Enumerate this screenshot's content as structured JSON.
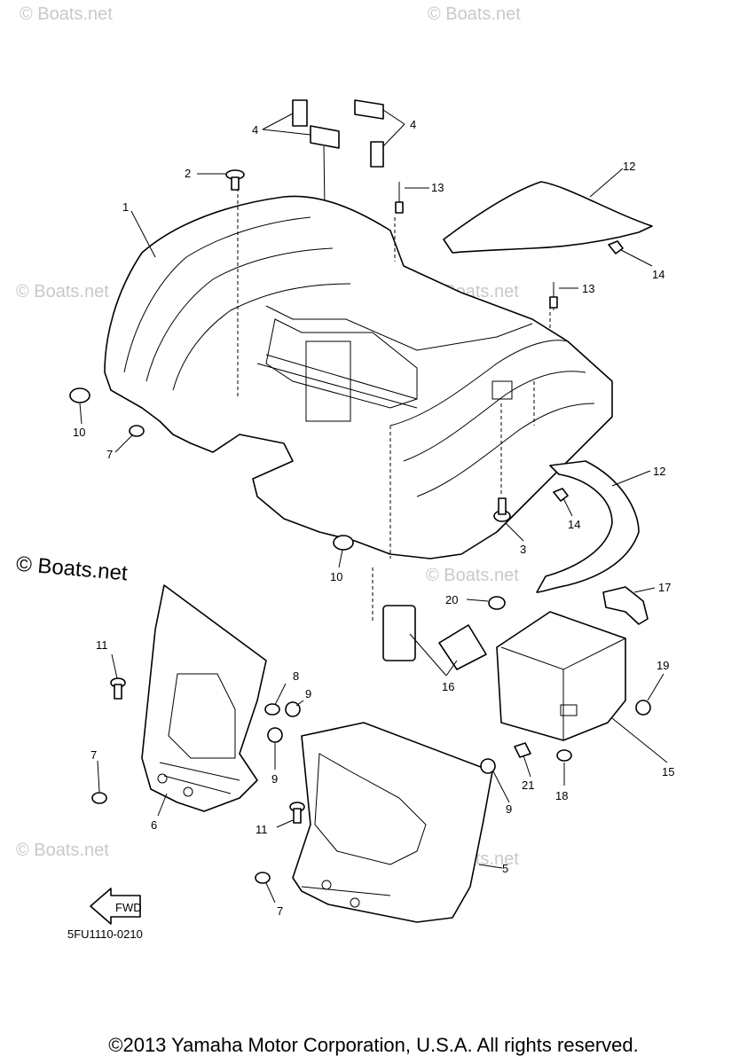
{
  "watermark": "© Boats.net",
  "watermark_prominent": "© Boats.net",
  "diagram_code": "5FU1110-0210",
  "copyright": "©2013 Yamaha Motor Corporation, U.S.A. All rights reserved.",
  "fwd_label": "FWD",
  "callouts": {
    "c1": "1",
    "c2": "2",
    "c3": "3",
    "c4a": "4",
    "c4b": "4",
    "c5": "5",
    "c6": "6",
    "c7a": "7",
    "c7b": "7",
    "c7c": "7",
    "c8": "8",
    "c9a": "9",
    "c9b": "9",
    "c9c": "9",
    "c10a": "10",
    "c10b": "10",
    "c11a": "11",
    "c11b": "11",
    "c12a": "12",
    "c12b": "12",
    "c13a": "13",
    "c13b": "13",
    "c14a": "14",
    "c14b": "14",
    "c15": "15",
    "c16": "16",
    "c17": "17",
    "c18": "18",
    "c19": "19",
    "c20": "20",
    "c21": "21"
  }
}
